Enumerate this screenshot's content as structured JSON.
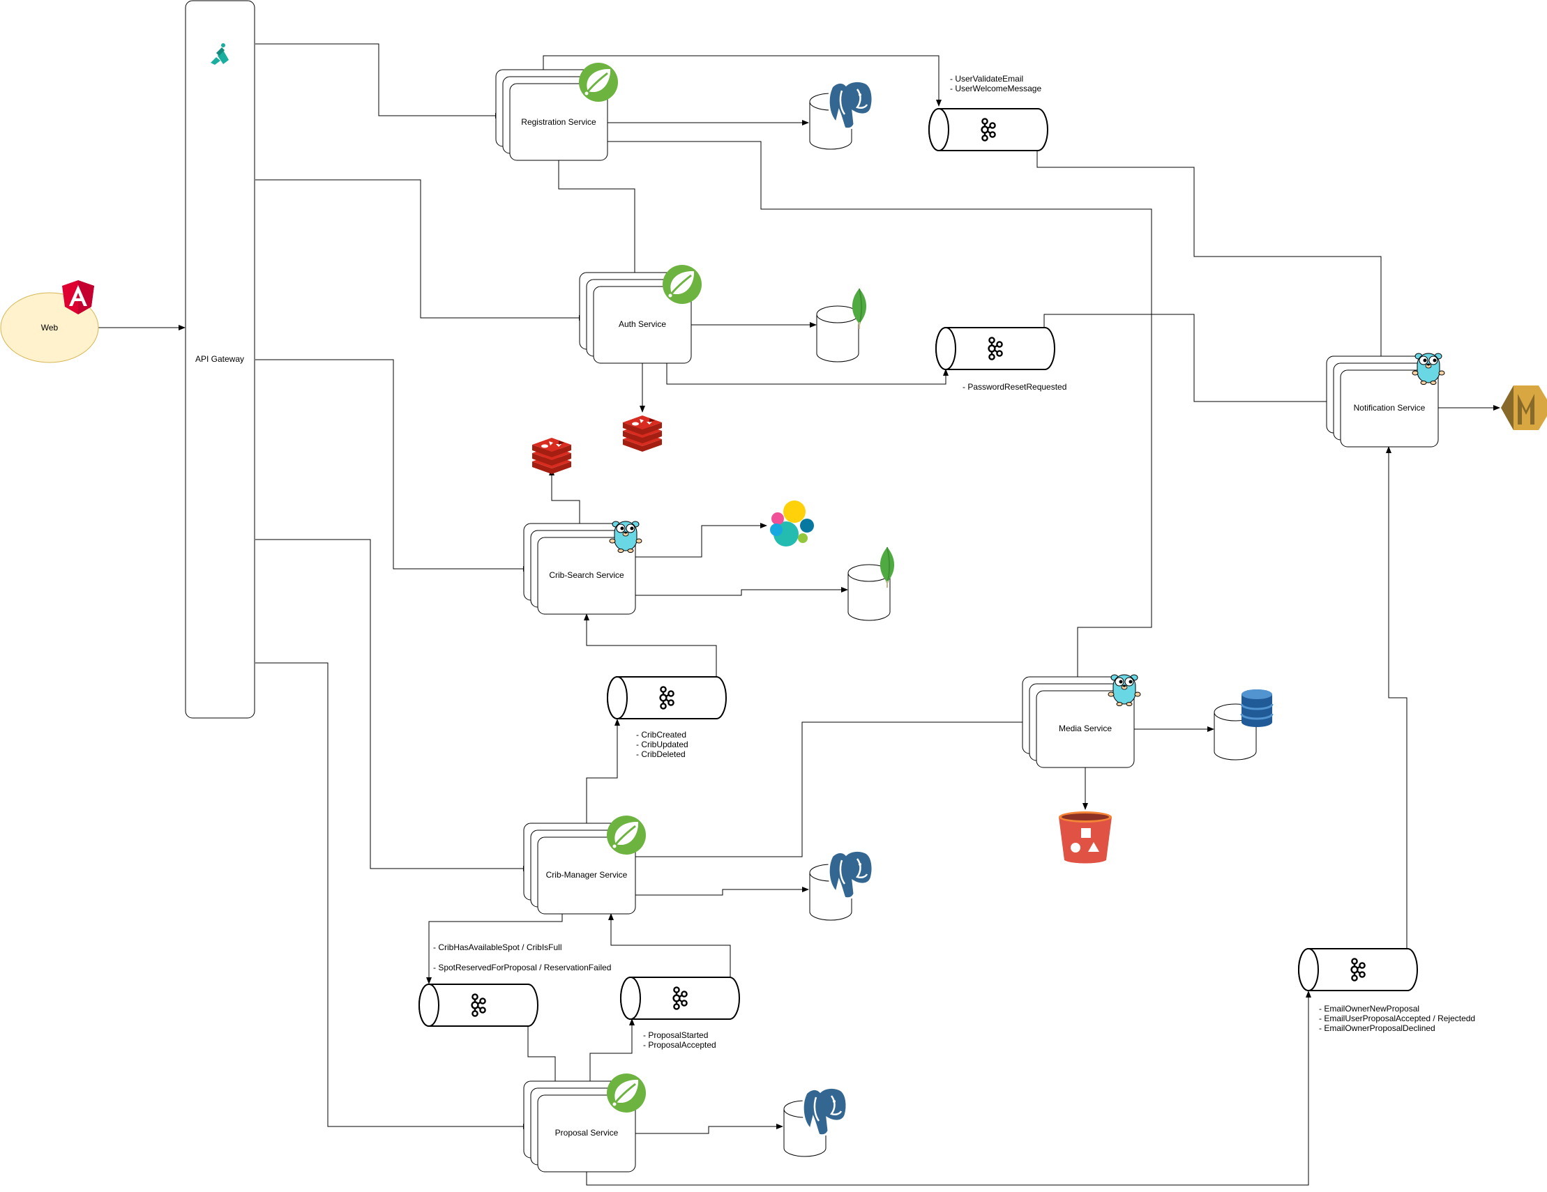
{
  "clients": {
    "web": "Web"
  },
  "gateway": {
    "label": "API Gateway"
  },
  "services": {
    "registration": "Registration Service",
    "auth": "Auth Service",
    "crib_search": "Crib-Search Service",
    "crib_manager": "Crib-Manager Service",
    "proposal": "Proposal Service",
    "media": "Media Service",
    "notification": "Notification Service"
  },
  "topics": {
    "registration_events": [
      "- UserValidateEmail",
      "- UserWelcomeMessage"
    ],
    "auth_events": [
      "- PasswordResetRequested"
    ],
    "crib_events": [
      "- CribCreated",
      "- CribUpdated",
      "- CribDeleted"
    ],
    "crib_manager_events": [
      "- CribHasAvailableSpot / CribIsFull",
      "- SpotReservedForProposal / ReservationFailed"
    ],
    "proposal_events": [
      "- ProposalStarted",
      "- ProposalAccepted"
    ],
    "email_events": [
      "- EmailOwnerNewProposal",
      "- EmailUserProposalAccepted / Rejectedd",
      "- EmailOwnerProposalDeclined"
    ]
  },
  "icons": {
    "web": "angular-icon",
    "gateway": "kong-icon",
    "registration": "spring-icon",
    "auth": "spring-icon",
    "crib_search": "go-gopher-icon",
    "crib_manager": "spring-icon",
    "proposal": "spring-icon",
    "media": "go-gopher-icon",
    "notification": "go-gopher-icon",
    "queues": "kafka-icon",
    "postgres": "postgresql-icon",
    "mongo": "mongodb-icon",
    "redis": "redis-icon",
    "elastic": "elasticsearch-icon",
    "dynamo": "dynamodb-icon",
    "s3": "s3-bucket-icon",
    "ses": "aws-ses-icon"
  },
  "colors": {
    "spring": "#6DB33F",
    "angular": "#DD0031",
    "web_fill": "#FFF2CC",
    "web_stroke": "#D6B656",
    "kong": "#1AAE9F",
    "gopher": "#6AD7E5",
    "postgres": "#336791",
    "mongo": "#4FAA41",
    "redis": "#D82C20",
    "s3": "#E05243",
    "dynamo": "#2E73B8",
    "ses": "#D9A741"
  }
}
